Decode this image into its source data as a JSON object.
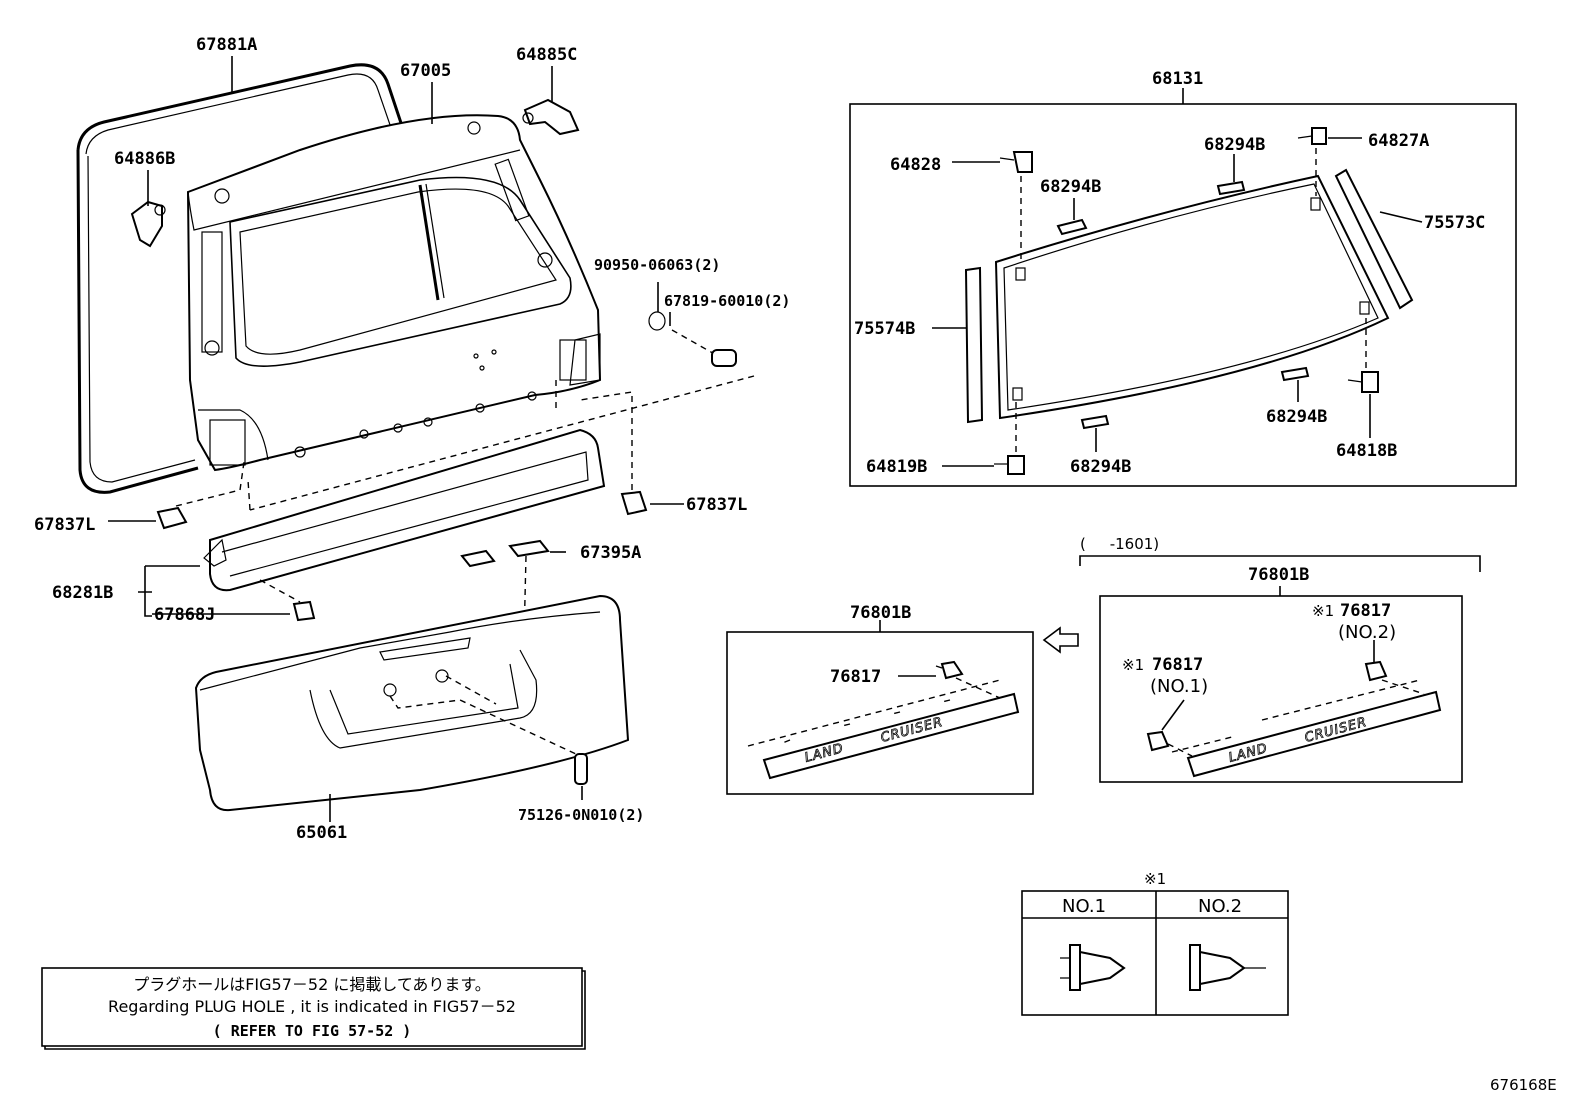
{
  "labels": {
    "l67881A": "67881A",
    "l67005": "67005",
    "l64885C": "64885C",
    "l64886B": "64886B",
    "l90950": "90950-06063(2)",
    "l67819": "67819-60010(2)",
    "l67837L_left": "67837L",
    "l67837L_right": "67837L",
    "l68281B": "68281B",
    "l67868J": "67868J",
    "l67395A": "67395A",
    "l65061": "65061",
    "l75126": "75126-0N010(2)",
    "l68131": "68131",
    "l64828": "64828",
    "l68294B_a": "68294B",
    "l68294B_b": "68294B",
    "l64827A": "64827A",
    "l75573C": "75573C",
    "l75574B": "75574B",
    "l68294B_c": "68294B",
    "l64818B": "64818B",
    "l64819B": "64819B",
    "l68294B_d": "68294B",
    "range": "(     -1601)",
    "l76801B_top": "76801B",
    "l76801B_left": "76801B",
    "l76817_left": "76817",
    "l76817_no2_pre": "※1",
    "l76817_no2": "76817",
    "l76817_no2_sub": "(NO.2)",
    "l76817_no1_pre": "※1",
    "l76817_no1": "76817",
    "l76817_no1_sub": "(NO.1)",
    "footnote_mark": "※1",
    "fig_id": "676168E"
  },
  "emblem": {
    "word1": "LAND",
    "word2": "CRUISER"
  },
  "clip_table": {
    "col1": "NO.1",
    "col2": "NO.2"
  },
  "note": {
    "line1": "プラグホールはFIG57－52 に掲載してあります。",
    "line2": "Regarding PLUG HOLE , it is indicated in FIG57－52",
    "line3": "( REFER TO FIG 57-52 )"
  }
}
